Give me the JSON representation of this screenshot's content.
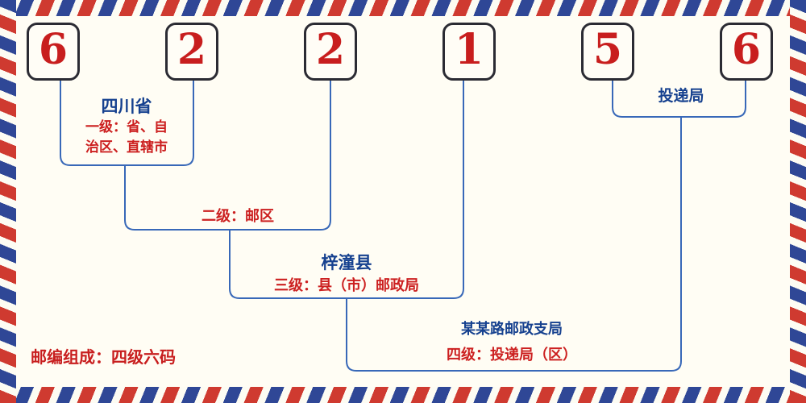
{
  "palette": {
    "background": "#fffdf4",
    "digit_red": "#c81e1e",
    "place_navy": "#16418f",
    "desc_red": "#cc2020",
    "connector_blue": "#3868b8",
    "stripe_red": "#cf3a30",
    "stripe_blue": "#2f4796"
  },
  "digits": [
    "6",
    "2",
    "2",
    "1",
    "5",
    "6"
  ],
  "annotations": {
    "level1_place": "四川省",
    "level1_desc_line1": "一级：省、自",
    "level1_desc_line2": "治区、直辖市",
    "level2_desc": "二级：邮区",
    "level3_place": "梓潼县",
    "level3_desc": "三级：县（市）邮政局",
    "level4_top_place": "投递局",
    "level4_branch": "某某路邮政支局",
    "level4_desc": "四级：投递局（区）",
    "footer_note": "邮编组成：四级六码"
  }
}
